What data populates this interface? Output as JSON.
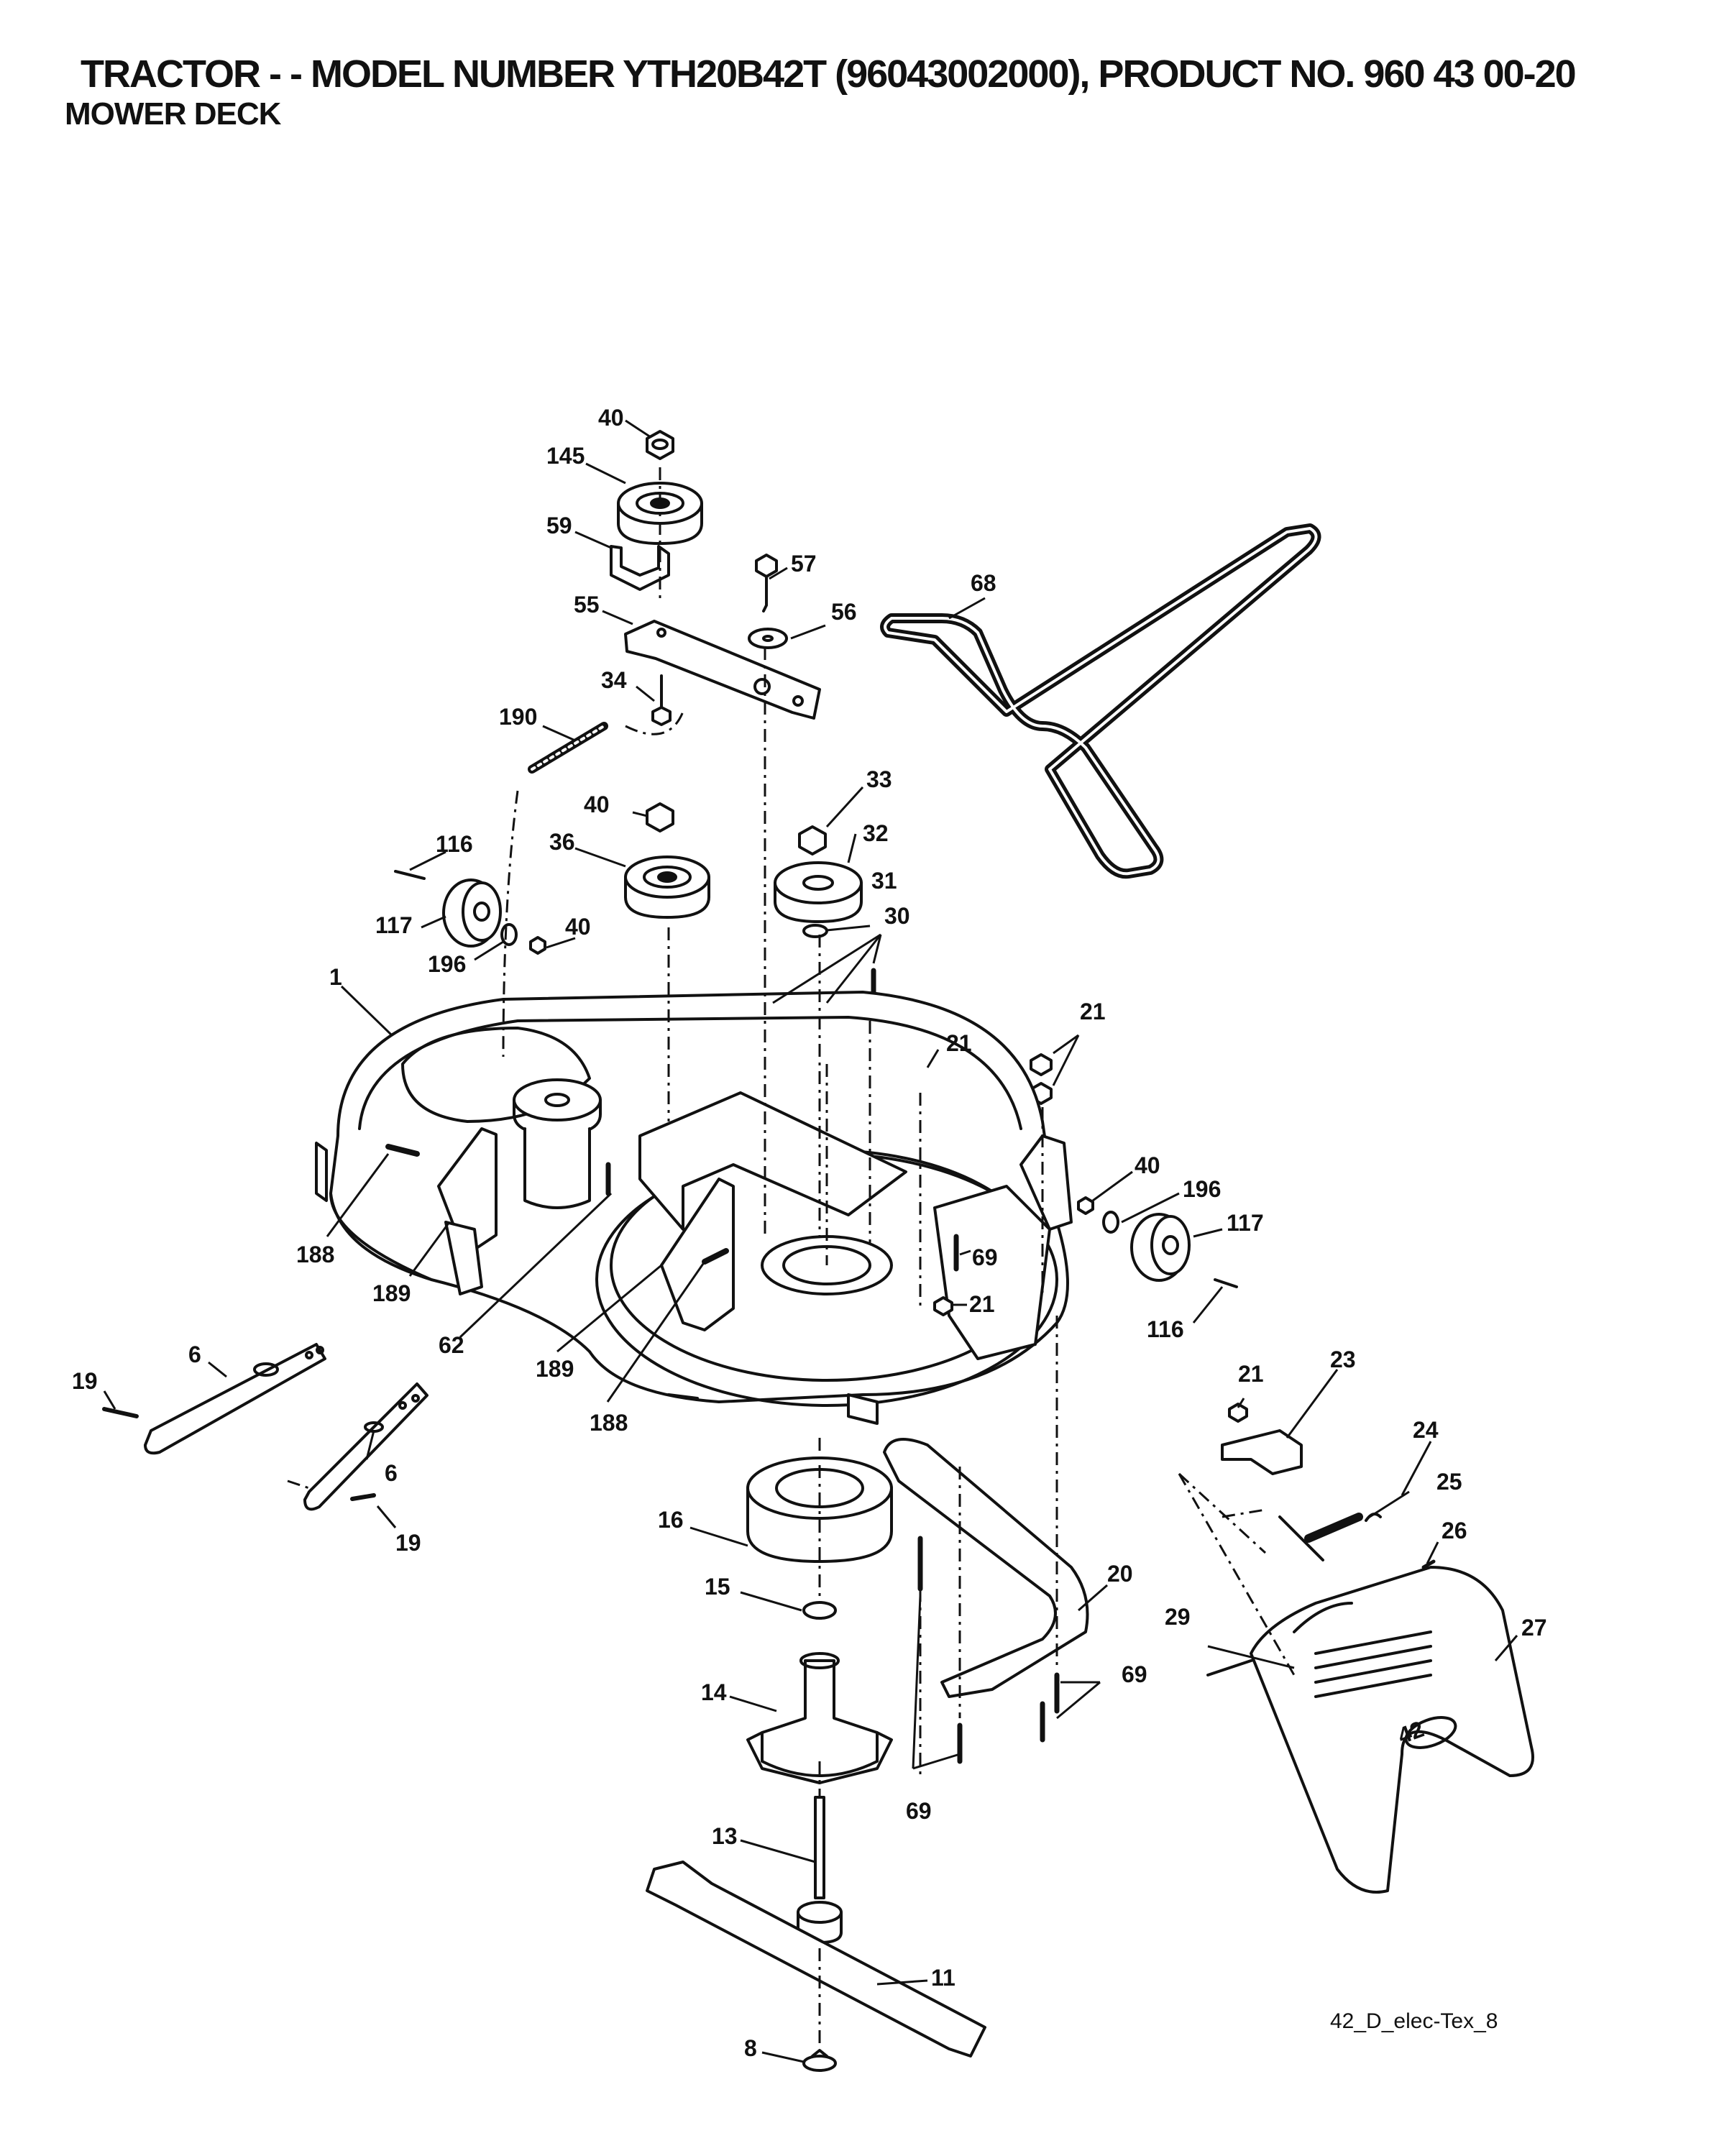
{
  "header": {
    "title": "TRACTOR - - MODEL NUMBER YTH20B42T (96043002000), PRODUCT NO. 960 43 00-20",
    "subtitle": "MOWER DECK"
  },
  "footer": {
    "code": "42_D_elec-Tex_8"
  },
  "labels": {
    "l40a": "40",
    "l145": "145",
    "l59": "59",
    "l57": "57",
    "l68": "68",
    "l55": "55",
    "l56": "56",
    "l34": "34",
    "l190": "190",
    "l40b": "40",
    "l33": "33",
    "l36": "36",
    "l32": "32",
    "l116a": "116",
    "l31": "31",
    "l117a": "117",
    "l40c": "40",
    "l30": "30",
    "l196a": "196",
    "l1": "1",
    "l21a": "21",
    "l21b": "21",
    "l40d": "40",
    "l196b": "196",
    "l117b": "117",
    "l188a": "188",
    "l69a": "69",
    "l189a": "189",
    "l21c": "21",
    "l116b": "116",
    "l62": "62",
    "l6a": "6",
    "l189b": "189",
    "l19a": "19",
    "l21d": "21",
    "l23": "23",
    "l188b": "188",
    "l24": "24",
    "l6b": "6",
    "l25": "25",
    "l19b": "19",
    "l16": "16",
    "l26": "26",
    "l20": "20",
    "l15": "15",
    "l29": "29",
    "l27": "27",
    "l14": "14",
    "l69b": "69",
    "l69c": "69",
    "l13": "13",
    "l11": "11",
    "l8": "8"
  },
  "deck_badge": "42"
}
